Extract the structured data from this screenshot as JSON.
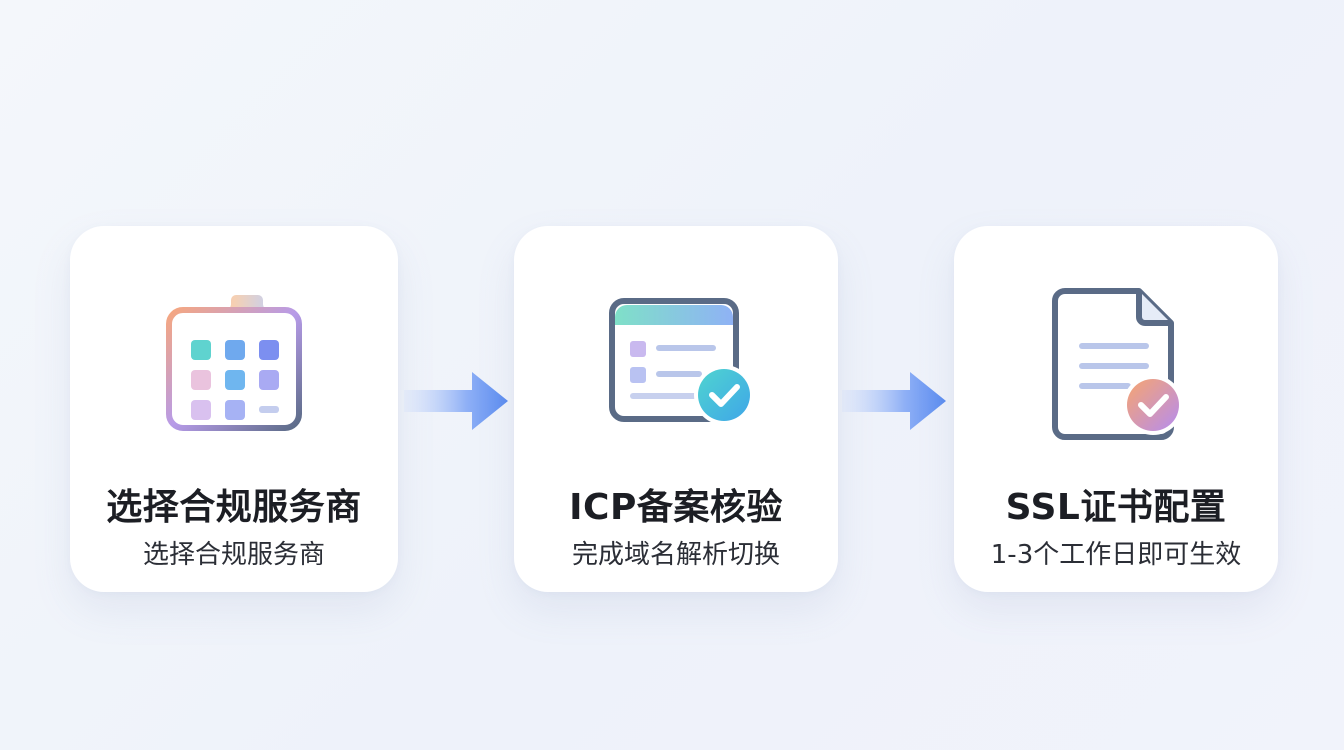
{
  "steps": [
    {
      "title": "选择合规服务商",
      "subtitle": "选择合规服务商",
      "icon": "building-grid-icon"
    },
    {
      "title": "ICP备案核验",
      "subtitle": "完成域名解析切换",
      "icon": "browser-check-icon"
    },
    {
      "title": "SSL证书配置",
      "subtitle": "1-3个工作日即可生效",
      "icon": "document-check-icon"
    }
  ],
  "connector_icon": "arrow-right-icon",
  "colors": {
    "accent_blue": "#5b8cf0",
    "check_teal": "#34c9c9",
    "check_orange": "#f49a6b",
    "title_text": "#1c1e24"
  }
}
